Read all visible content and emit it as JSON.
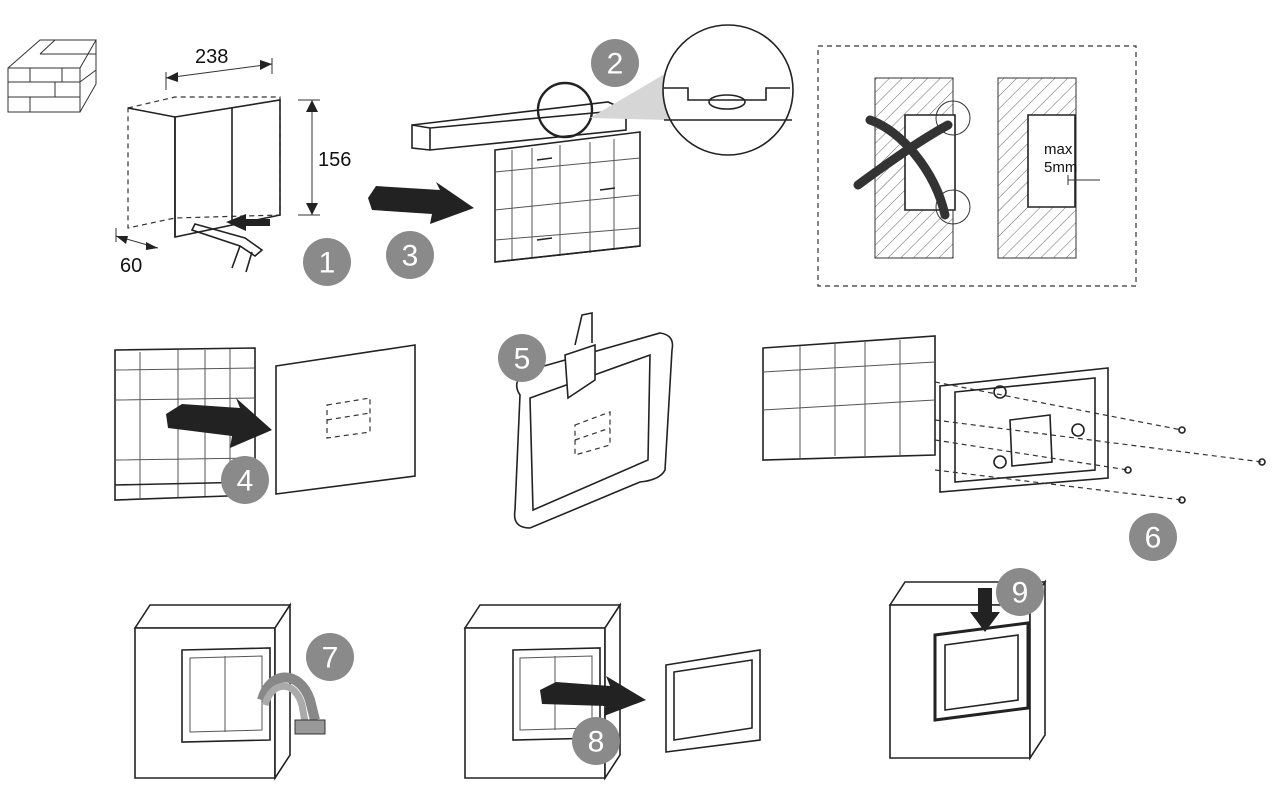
{
  "dimensions": {
    "width": "238",
    "height": "156",
    "depth": "60"
  },
  "steps": [
    "1",
    "2",
    "3",
    "4",
    "5",
    "6",
    "7",
    "8",
    "9"
  ],
  "note": {
    "line1": "max",
    "line2": "5mm"
  }
}
